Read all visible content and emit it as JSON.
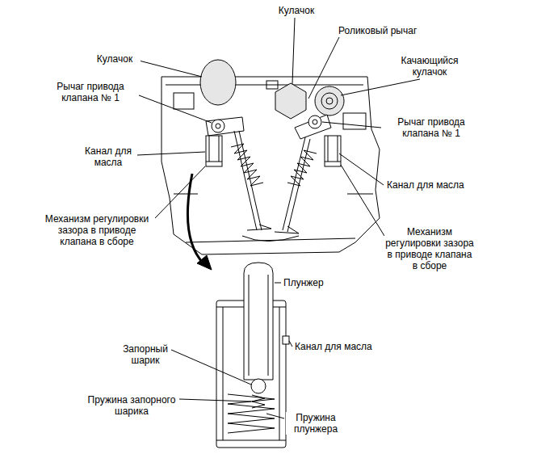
{
  "diagram": {
    "labels": [
      "Кулачок",
      "Кулачок",
      "Роликовый рычаг",
      "Качающийся кулачок",
      "Рычаг привода клапана № 1",
      "Рычаг привода клапана № 1",
      "Канал для масла",
      "Канал для масла",
      "Механизм регулировки зазора в приводе клапана в сборе",
      "Механизм регулировки зазора в приводе клапана в сборе",
      "Плунжер",
      "Канал для масла",
      "Запорный шарик",
      "Пружина запорного шарика",
      "Пружина плунжера"
    ]
  }
}
